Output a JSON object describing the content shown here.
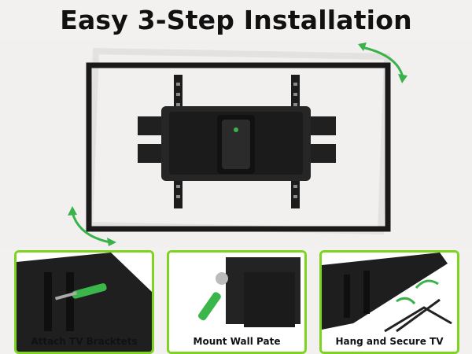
{
  "title": "Easy 3-Step Installation",
  "accent_color": "#7ed321",
  "steps": [
    {
      "label": "Attach TV Bracktets",
      "icon": "screwdriver-icon"
    },
    {
      "label": "Mount Wall Pate",
      "icon": "wrench-icon"
    },
    {
      "label": "Hang and Secure TV",
      "icon": "curved-arrows-icon"
    }
  ],
  "hero": {
    "icons": [
      "tv-frame",
      "wall-mount-bracket",
      "tilt-rotate-arrow-icon"
    ]
  }
}
